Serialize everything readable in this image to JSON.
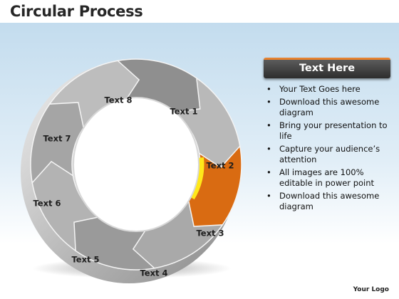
{
  "title": "Circular Process",
  "diagram": {
    "type": "circular-process",
    "highlight_color": "#d96b12",
    "segments": [
      {
        "label": "Text 1",
        "highlighted": false
      },
      {
        "label": "Text 2",
        "highlighted": true
      },
      {
        "label": "Text 3",
        "highlighted": false
      },
      {
        "label": "Text 4",
        "highlighted": false
      },
      {
        "label": "Text 5",
        "highlighted": false
      },
      {
        "label": "Text 6",
        "highlighted": false
      },
      {
        "label": "Text 7",
        "highlighted": false
      },
      {
        "label": "Text 8",
        "highlighted": false
      }
    ]
  },
  "panel": {
    "heading": "Text Here",
    "accent": "#e7822f",
    "bullets": [
      "Your Text Goes here",
      "Download this awesome diagram",
      "Bring your presentation to life",
      "Capture your audience’s attention",
      "All images are 100% editable in power point",
      "Download this awesome diagram"
    ]
  },
  "logo": "Your Logo"
}
